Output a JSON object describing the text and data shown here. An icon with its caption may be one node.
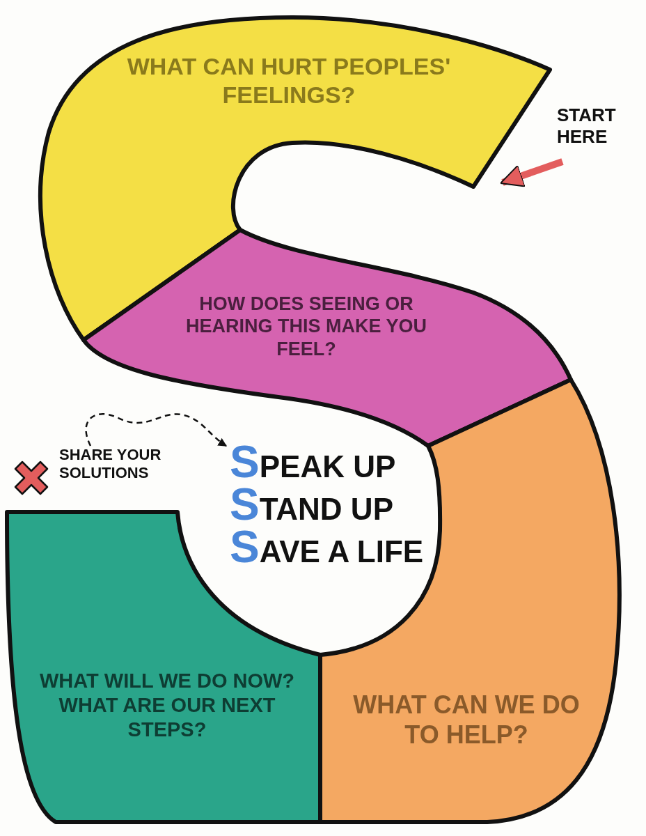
{
  "diagram": {
    "nodes": [
      {
        "text": [
          "START HERE"
        ]
      },
      {
        "text": [
          "WHAT CAN HURT PEOPLES' FEELINGS?"
        ]
      },
      {
        "text": [
          "HOW DOES SEEING OR HEARING THIS MAKE YOU FEEL?"
        ]
      },
      {
        "text": [
          "WHAT CAN WE DO TO HELP?"
        ]
      },
      {
        "text": [
          "WHAT WILL WE DO NOW? WHAT ARE OUR NEXT STEPS?"
        ]
      },
      {
        "text": [
          "SHARE YOUR SOLUTIONS"
        ]
      },
      {
        "text": [
          "SPEAK UP",
          "STAND UP",
          "SAVE A LIFE"
        ]
      }
    ],
    "edges": [
      {
        "from": 0,
        "to": 1,
        "arrow": "to",
        "style": "thick",
        "color": "#e35d5d"
      },
      {
        "from": 5,
        "to": 6,
        "arrow": "to",
        "style": "dashed",
        "color": "#111111"
      }
    ]
  }
}
